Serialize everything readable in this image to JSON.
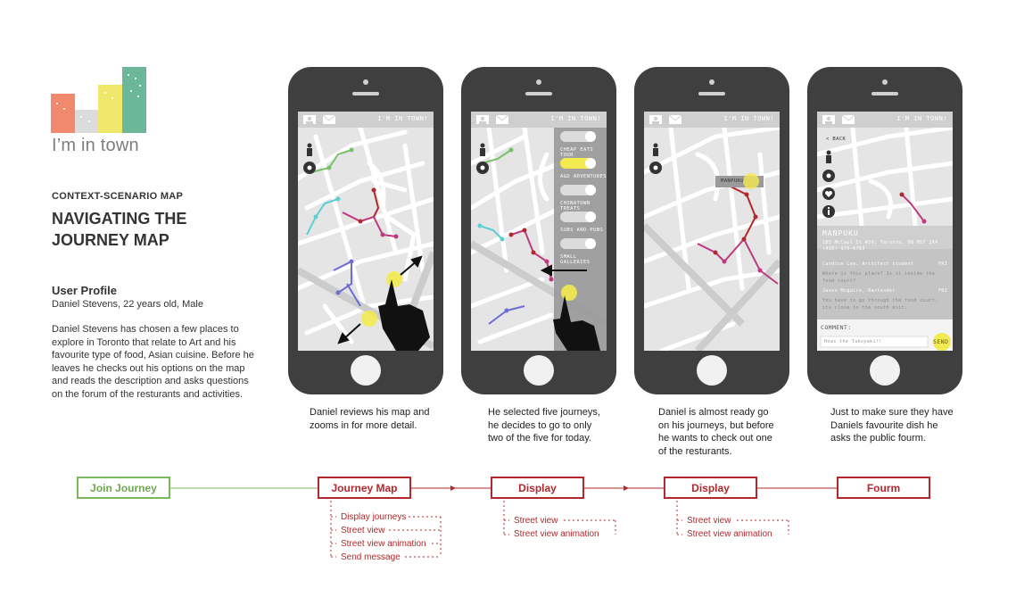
{
  "brand": {
    "name": "I’m in town"
  },
  "left": {
    "context_label": "CONTEXT-SCENARIO MAP",
    "title": "NAVIGATING THE\nJOURNEY MAP",
    "profile_heading": "User Profile",
    "profile_subtitle": "Daniel Stevens, 22 years old, Male",
    "profile_description": "Daniel Stevens has chosen a few places to explore in Toronto that relate to Art and his favourite type of food, Asian cuisine. Before he leaves he checks out his options on the map and reads the description and asks questions on the forum of the resturants and activities."
  },
  "app": {
    "status_title": "I'M IN TOWN!"
  },
  "phones": [
    {
      "caption": "Daniel reviews his map and zooms in for more detail."
    },
    {
      "caption": "He selected five journeys, he decides to go to only two of the five for today.",
      "menu": [
        "CHEAP EATS TOUR",
        "A&D ADVENTURES",
        "CHINATOWN TREATS",
        "SUBS AND PUBS",
        "SMALL GALLERIES"
      ]
    },
    {
      "caption": "Daniel is almost ready go on his journeys, but before he wants to check out one of the resturants.",
      "pin_label": "MANPUKU"
    },
    {
      "caption": "Just to make sure they have Daniels favourite dish he asks the public fourm.",
      "back": "< BACK",
      "place_name": "MANPUKU",
      "place_address": "105 McCaul St #29, Toronto, ON M5T 2X4",
      "place_phone": "(416) 979-6763",
      "comments": [
        {
          "author": "Candice Lee, Architect student",
          "day": "FRI",
          "text": "Where is this place? Is it inside the food court?"
        },
        {
          "author": "Jason Mcguire, Bartender",
          "day": "FRI",
          "text": "You have to go through the food court, its close to the south exit."
        }
      ],
      "comment_label": "COMMENT:",
      "comment_placeholder": "Hows the Takoyaki!!",
      "send": "SEND"
    }
  ],
  "flow": {
    "boxes": [
      "Join Journey",
      "Journey Map",
      "Display",
      "Display",
      "Fourm"
    ],
    "sub_journey": [
      "Display journeys",
      "Street view",
      "Street view animation",
      "Send message"
    ],
    "sub_display1": [
      "Street view",
      "Street view animation"
    ],
    "sub_display2": [
      "Street view",
      "Street view animation"
    ]
  },
  "colors": {
    "accent_red": "#b3282d",
    "accent_green": "#7bb75d",
    "phone_body": "#3f3f3f",
    "highlight_yellow": "#f3ea4f"
  }
}
